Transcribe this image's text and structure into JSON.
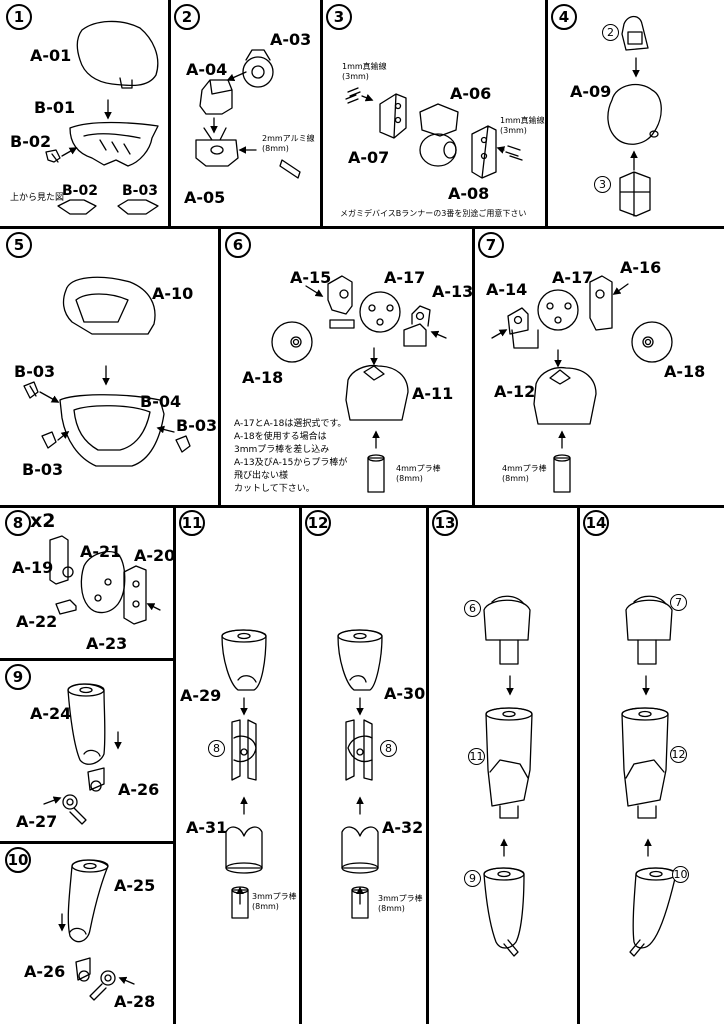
{
  "steps": [
    "1",
    "2",
    "3",
    "4",
    "5",
    "6",
    "7",
    "8",
    "9",
    "10",
    "11",
    "12",
    "13",
    "14"
  ],
  "multiplier": "x2",
  "parts": {
    "A01": "A-01",
    "A03": "A-03",
    "A04": "A-04",
    "A05": "A-05",
    "A06": "A-06",
    "A07": "A-07",
    "A08": "A-08",
    "A09": "A-09",
    "A10": "A-10",
    "A11": "A-11",
    "A12": "A-12",
    "A13": "A-13",
    "A14": "A-14",
    "A15": "A-15",
    "A16": "A-16",
    "A17": "A-17",
    "A18": "A-18",
    "A19": "A-19",
    "A20": "A-20",
    "A21": "A-21",
    "A22": "A-22",
    "A23": "A-23",
    "A24": "A-24",
    "A25": "A-25",
    "A26": "A-26",
    "A27": "A-27",
    "A28": "A-28",
    "A29": "A-29",
    "A30": "A-30",
    "A31": "A-31",
    "A32": "A-32",
    "B01": "B-01",
    "B02": "B-02",
    "B03": "B-03",
    "B04": "B-04"
  },
  "notes": {
    "top_view": "上から見た図",
    "brass_1mm": "1mm真鍮線\n(3mm)",
    "brass_1mm_b": "1mm真鍮線\n(3mm)",
    "alu_2mm": "2mmアルミ線\n(8mm)",
    "megami_runner": "メガミデバイスBランナーの3番を別途ご用意下さい",
    "select_note": "A-17とA-18は選択式です。\nA-18を使用する場合は\n3mmプラ棒を差し込み\nA-13及びA-15からプラ棒が\n飛び出ない様\nカットして下さい。",
    "rod_4mm_6": "4mmプラ棒\n(8mm)",
    "rod_4mm_7": "4mmプラ棒\n(8mm)",
    "rod_3mm_11": "3mmプラ棒\n(8mm)",
    "rod_3mm_12": "3mmプラ棒\n(8mm)"
  },
  "refs": {
    "s4_top": "2",
    "s4_bottom": "3",
    "s11_mid": "8",
    "s12_mid": "8",
    "s13_top": "6",
    "s13_mid": "11",
    "s13_bot": "9",
    "s14_top": "7",
    "s14_mid": "12",
    "s14_bot": "10"
  }
}
